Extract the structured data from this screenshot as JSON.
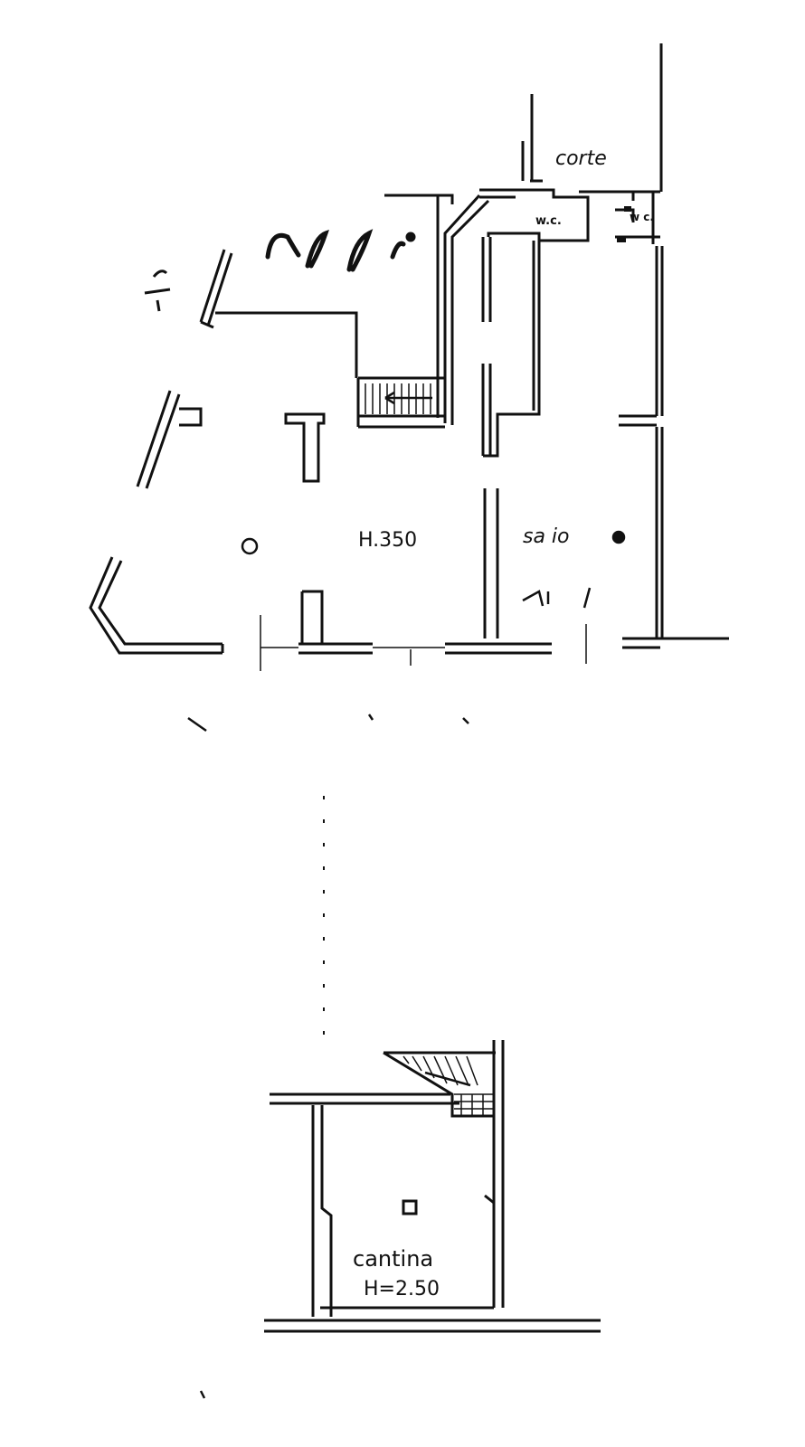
{
  "ground_floor": {
    "courtyard_label": "corte",
    "wc_label_1": "w.c.",
    "wc_label_2": "w c.",
    "height_label": "H.350",
    "room_label_right": "sa io"
  },
  "basement": {
    "room_label": "cantina",
    "height_label": "H=2.50"
  },
  "colors": {
    "ink": "#111111",
    "paper": "#ffffff"
  }
}
